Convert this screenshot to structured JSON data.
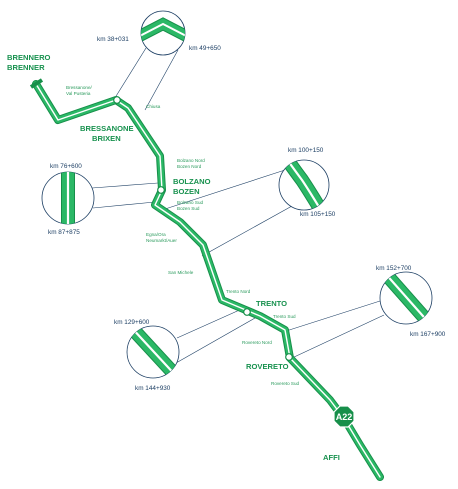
{
  "colors": {
    "road_main": "#2bb866",
    "road_edge": "#178f4a",
    "road_stripe": "#ffffff",
    "text_green": "#17914e",
    "text_exit": "#2a9a5c",
    "text_km": "#1d3f64",
    "connector": "#1d3f64"
  },
  "highway": {
    "badge": "A22",
    "start": {
      "name_it": "BRENNERO",
      "name_de": "BRENNER"
    },
    "end": {
      "name": "AFFI"
    }
  },
  "cities": [
    {
      "id": "bressanone",
      "name_it": "BRESSANONE",
      "name_de": "BRIXEN"
    },
    {
      "id": "bolzano",
      "name_it": "BOLZANO",
      "name_de": "BOZEN"
    },
    {
      "id": "trento",
      "name_it": "TRENTO"
    },
    {
      "id": "rovereto",
      "name_it": "ROVERETO"
    }
  ],
  "exits": {
    "bressanone": [
      "Bressanone/",
      "Val Pusteria"
    ],
    "chiusa": "Chiusa",
    "bolzano_nord": [
      "Bolzano Nord",
      "Bozen Nord"
    ],
    "bolzano_sud": [
      "Bolzano Sud",
      "Bozen Sud"
    ],
    "egna": [
      "Egna/Ora",
      "Neumarkt/Auer"
    ],
    "san_michele": "San Michele",
    "trento_nord": "Trento Nord",
    "trento_sud": "Trento Sud",
    "rovereto_nord": "Rovereto Nord",
    "rovereto_sud": "Rovereto Sud"
  },
  "sections": [
    {
      "id": "s1",
      "km_start": "km 38+031",
      "km_end": "km 49+650",
      "shape": "chevron"
    },
    {
      "id": "s2",
      "km_start": "km 76+600",
      "km_end": "km 87+875",
      "shape": "vertical"
    },
    {
      "id": "s3",
      "km_start": "km 100+150",
      "km_end": "km 105+150",
      "shape": "curve"
    },
    {
      "id": "s4",
      "km_start": "km 129+600",
      "km_end": "km 144+930",
      "shape": "diagonal"
    },
    {
      "id": "s5",
      "km_start": "km 152+700",
      "km_end": "km 167+900",
      "shape": "diagonal"
    }
  ]
}
